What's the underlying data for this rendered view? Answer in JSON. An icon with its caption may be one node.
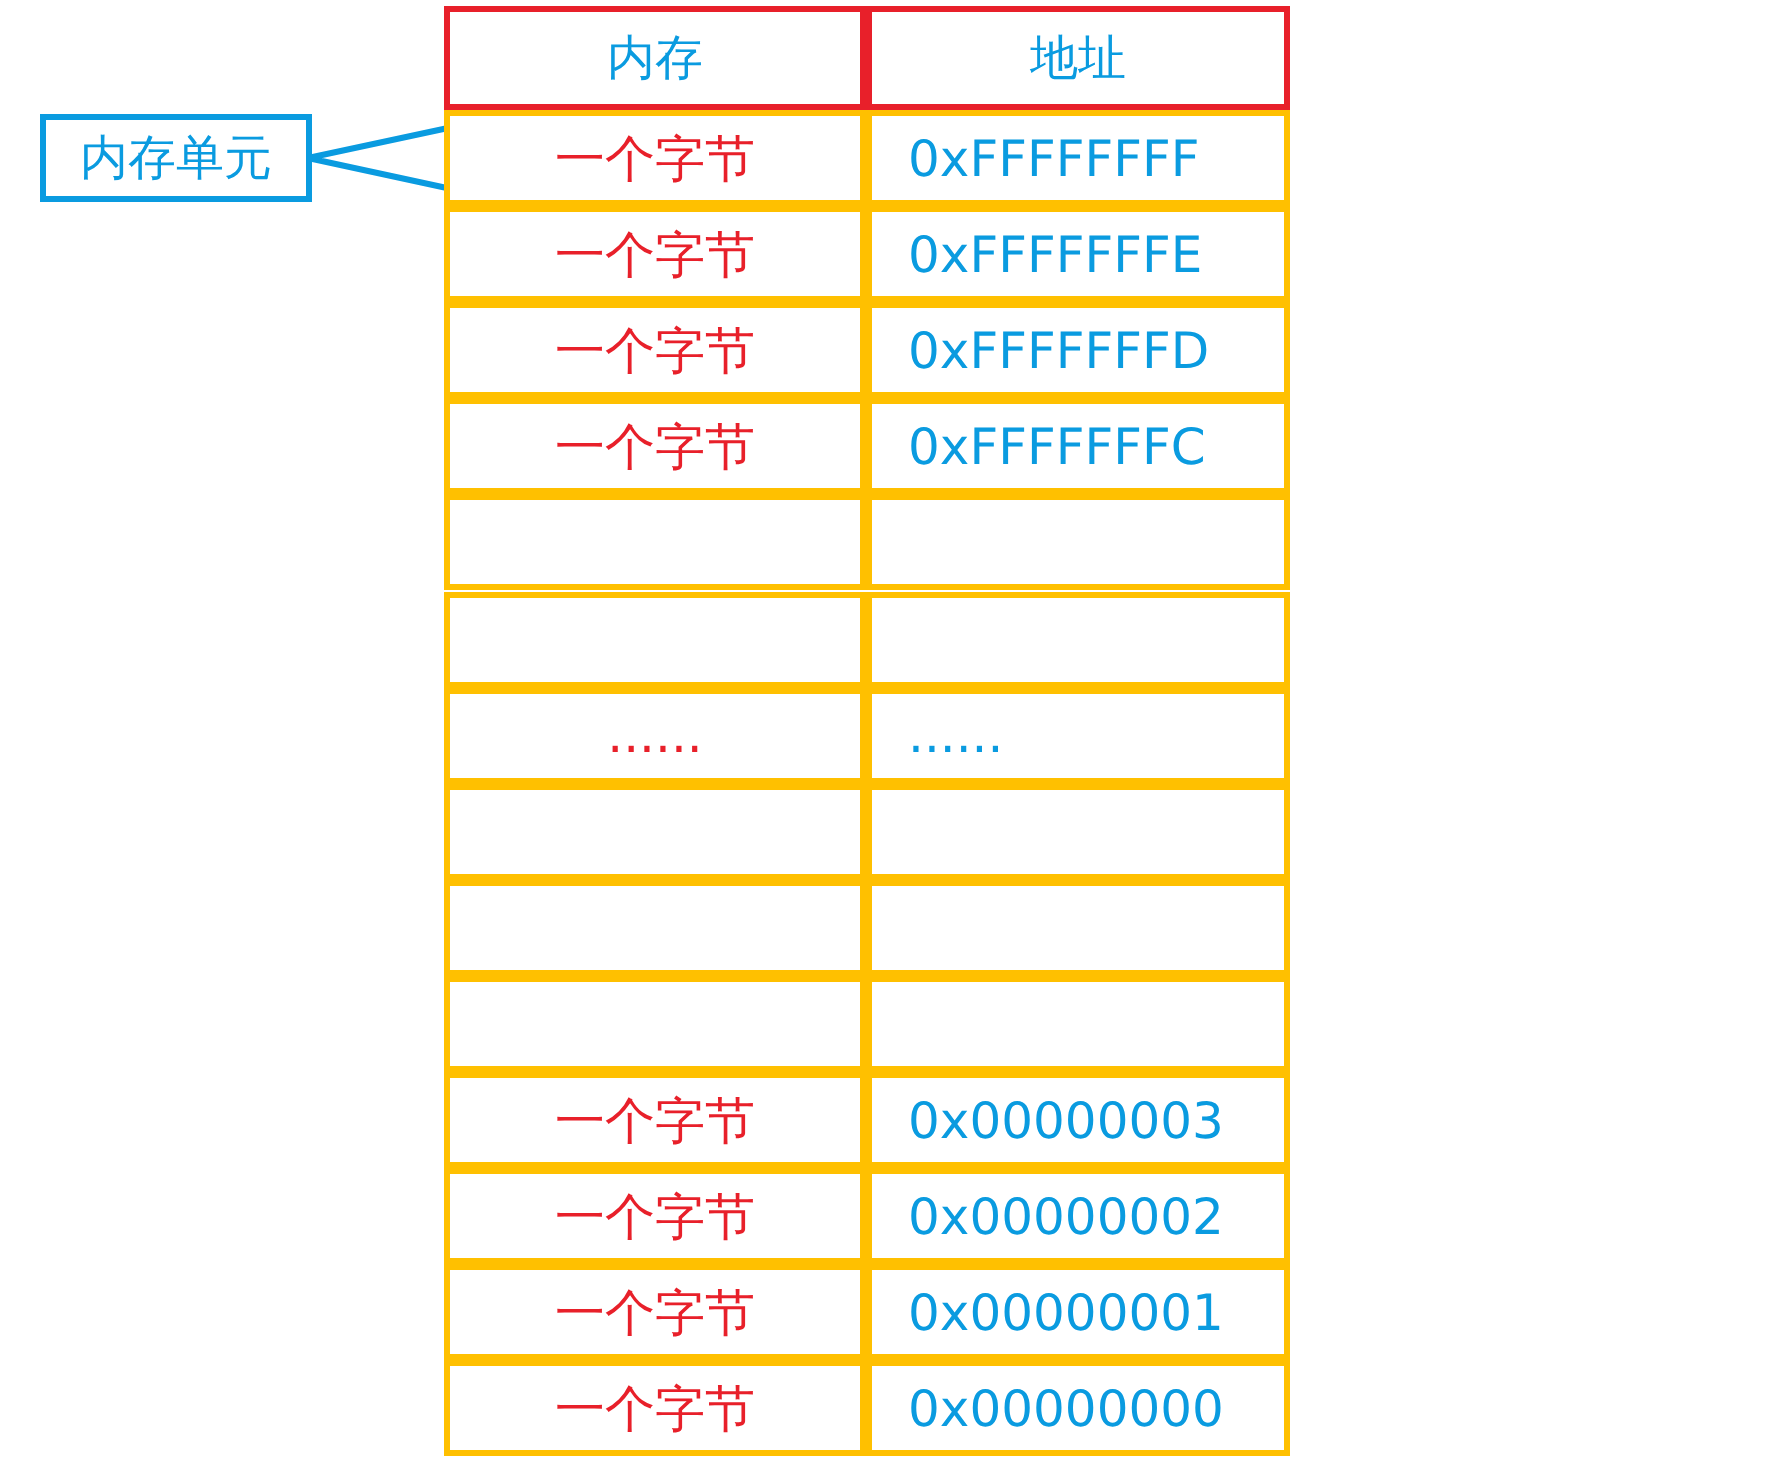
{
  "diagram": {
    "nodes": [
      {
        "text": [
          "内存"
        ]
      },
      {
        "text": [
          "地址"
        ]
      },
      {
        "text": [
          "内存单元"
        ]
      },
      {
        "text": [
          "一个字节"
        ]
      },
      {
        "text": [
          "0xFFFFFFFF"
        ]
      },
      {
        "text": [
          "一个字节"
        ]
      },
      {
        "text": [
          "0xFFFFFFFE"
        ]
      },
      {
        "text": [
          "一个字节"
        ]
      },
      {
        "text": [
          "0xFFFFFFFD"
        ]
      },
      {
        "text": [
          "一个字节"
        ]
      },
      {
        "text": [
          "0xFFFFFFFC"
        ]
      },
      {
        "text": [],
        "shape": "box"
      },
      {
        "text": [],
        "shape": "box"
      },
      {
        "text": [],
        "shape": "box"
      },
      {
        "text": [],
        "shape": "box"
      },
      {
        "text": [
          "......"
        ]
      },
      {
        "text": [
          "......"
        ]
      },
      {
        "text": [],
        "shape": "box"
      },
      {
        "text": [],
        "shape": "box"
      },
      {
        "text": [],
        "shape": "box"
      },
      {
        "text": [],
        "shape": "box"
      },
      {
        "text": [],
        "shape": "box"
      },
      {
        "text": [],
        "shape": "box"
      },
      {
        "text": [
          "一个字节"
        ]
      },
      {
        "text": [
          "0x00000003"
        ]
      },
      {
        "text": [
          "一个字节"
        ]
      },
      {
        "text": [
          "0x00000002"
        ]
      },
      {
        "text": [
          "一个字节"
        ]
      },
      {
        "text": [
          "0x00000001"
        ]
      },
      {
        "text": [
          "一个字节"
        ]
      },
      {
        "text": [
          "0x00000000"
        ]
      }
    ],
    "edges": [
      {
        "from": 2,
        "to": 3,
        "arrow": "none"
      }
    ]
  }
}
